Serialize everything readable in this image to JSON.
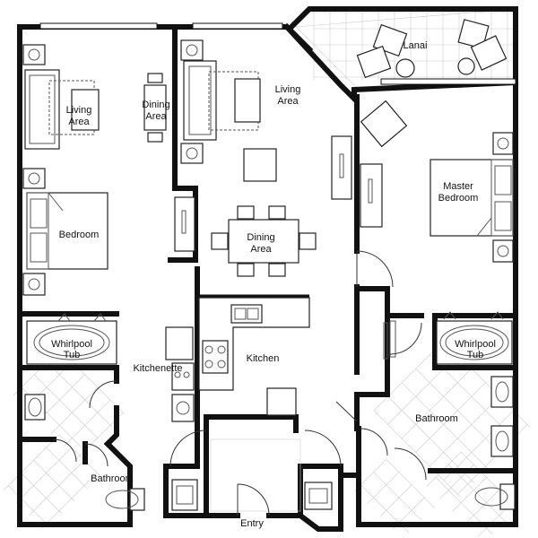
{
  "labels": {
    "lanai": "Lanai",
    "living_area_left": [
      "Living",
      "Area"
    ],
    "dining_area_left": [
      "Dining",
      "Area"
    ],
    "living_area_main": [
      "Living",
      "Area"
    ],
    "dining_area_main": [
      "Dining",
      "Area"
    ],
    "bedroom": "Bedroom",
    "master_bedroom": [
      "Master",
      "Bedroom"
    ],
    "whirlpool_tub_left": [
      "Whirlpool",
      "Tub"
    ],
    "whirlpool_tub_right": [
      "Whirlpool",
      "Tub"
    ],
    "kitchenette": "Kitchenette",
    "kitchen": "Kitchen",
    "bathroom_right": "Bathroom",
    "bathroom_left": "Bathroom",
    "entry": "Entry"
  }
}
